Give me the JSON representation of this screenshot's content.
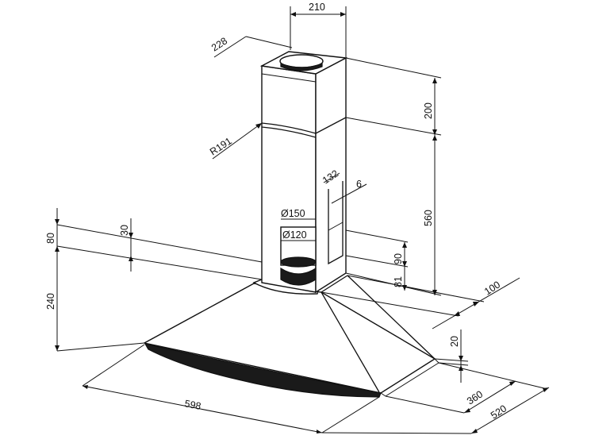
{
  "diagram": {
    "dimensions": {
      "chimney_width": "210",
      "chimney_depth": "228",
      "top_section_height": "200",
      "lower_chimney_height": "560",
      "bracket_width": "132",
      "bracket_gap": "6",
      "outlet_diameter": "Ø150",
      "flange_diameter": "Ø120",
      "front_radius": "R191",
      "mount_offset": "80",
      "flange_height": "30",
      "canopy_height": "240",
      "bracket_spacing": "90",
      "bracket_bottom": "81",
      "wall_clearance": "100",
      "rim_height": "20",
      "hood_width": "598",
      "mid_depth": "360",
      "total_depth": "520"
    }
  }
}
